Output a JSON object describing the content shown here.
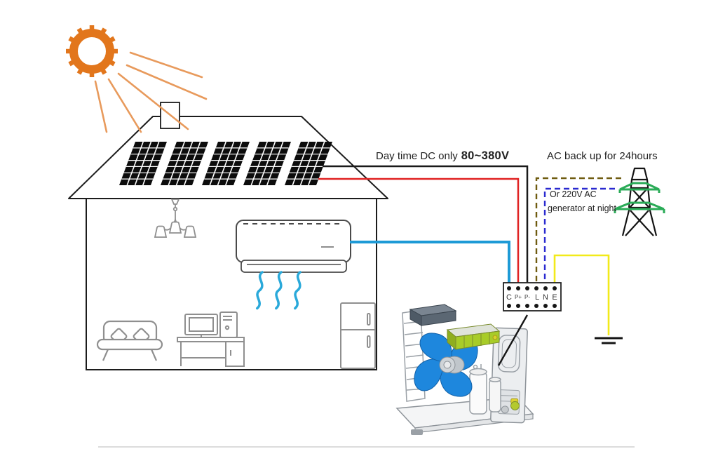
{
  "labels": {
    "day_dc_prefix": "Day time DC only",
    "day_dc_value": "80~380V",
    "ac_backup": "AC back up for 24hours",
    "generator_line1": "Or 220V AC",
    "generator_line2": "generator at night"
  },
  "terminal": {
    "labels": [
      "C",
      "P+",
      "P-",
      "L",
      "N",
      "E"
    ]
  },
  "colors": {
    "sun": "#e2761c",
    "ray": "#e89a5c",
    "pv_negative": "#1a1a1a",
    "pv_positive": "#e02222",
    "indoor_ac_wire": "#1e9ad6",
    "grid_live": "#6f5b10",
    "grid_neutral": "#2a2ad0",
    "earth": "#f2ea1a",
    "tower_green": "#2aab57",
    "airflow": "#2aa9da",
    "fan_blue": "#1e87dd"
  }
}
